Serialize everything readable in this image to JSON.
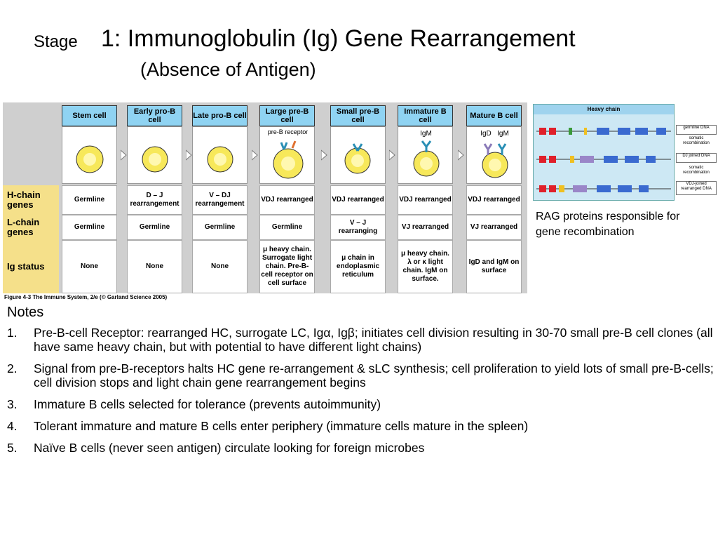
{
  "title": {
    "stage_word": "Stage",
    "main": "1: Immunoglobulin (Ig) Gene Rearrangement",
    "sub": "(Absence of Antigen)"
  },
  "figure": {
    "row_labels": [
      "H-chain genes",
      "L-chain genes",
      "Ig status"
    ],
    "columns": [
      {
        "name": "Stem cell",
        "pic_label": "",
        "h": "Germline",
        "l": "Germline",
        "ig": "None"
      },
      {
        "name": "Early pro-B cell",
        "pic_label": "",
        "h": "D – J rearrangement",
        "l": "Germline",
        "ig": "None"
      },
      {
        "name": "Late pro-B cell",
        "pic_label": "",
        "h": "V – DJ rearrangement",
        "l": "Germline",
        "ig": "None"
      },
      {
        "name": "Large pre-B cell",
        "pic_label": "pre-B receptor",
        "h": "VDJ rearranged",
        "l": "Germline",
        "ig": "μ heavy chain. Surrogate light chain. Pre-B-cell receptor on cell surface"
      },
      {
        "name": "Small pre-B cell",
        "pic_label": "",
        "h": "VDJ rearranged",
        "l": "V – J rearranging",
        "ig": "μ chain in endoplasmic reticulum"
      },
      {
        "name": "Immature B cell",
        "pic_label": "IgM",
        "h": "VDJ rearranged",
        "l": "VJ rearranged",
        "ig": "μ heavy chain. λ or κ light chain. IgM on surface."
      },
      {
        "name": "Mature B cell",
        "pic_label": "IgD   IgM",
        "h": "VDJ rearranged",
        "l": "VJ rearranged",
        "ig": "IgD and IgM on surface"
      }
    ],
    "caption": "Figure 4-3  The Immune System, 2/e (© Garland Science 2005)"
  },
  "heavy_chain_panel": {
    "header": "Heavy chain",
    "side_labels": [
      "germline DNA",
      "somatic recombination",
      "DJ joined DNA",
      "somatic recombination",
      "VDJ-joined rearranged DNA"
    ]
  },
  "rag_note": "RAG proteins responsible for gene recombination",
  "notes_heading": "Notes",
  "notes": [
    {
      "num": "1.",
      "text": "Pre-B-cell Receptor: rearranged HC, surrogate LC, Igα, Igβ; initiates cell division resulting in 30-70 small pre-B cell clones (all have same heavy chain, but with potential to have different light chains)"
    },
    {
      "num": "2.",
      "text": "Signal from pre-B-receptors halts HC gene re-arrangement & sLC synthesis; cell proliferation to yield lots of small pre-B-cells; cell division stops and light chain gene rearrangement begins"
    },
    {
      "num": "3.",
      "text": "Immature B cells selected for tolerance (prevents autoimmunity)"
    },
    {
      "num": "4.",
      "text": "Tolerant immature and mature B cells enter periphery (immature cells mature in the spleen)"
    },
    {
      "num": "5.",
      "text": "Naïve B cells (never seen antigen) circulate looking for foreign microbes"
    }
  ],
  "colors": {
    "header_blue": "#8fd3f2",
    "label_yellow": "#f5e08a",
    "cell_yellow": "#f7e85a",
    "receptor_teal": "#2a8fb5"
  }
}
